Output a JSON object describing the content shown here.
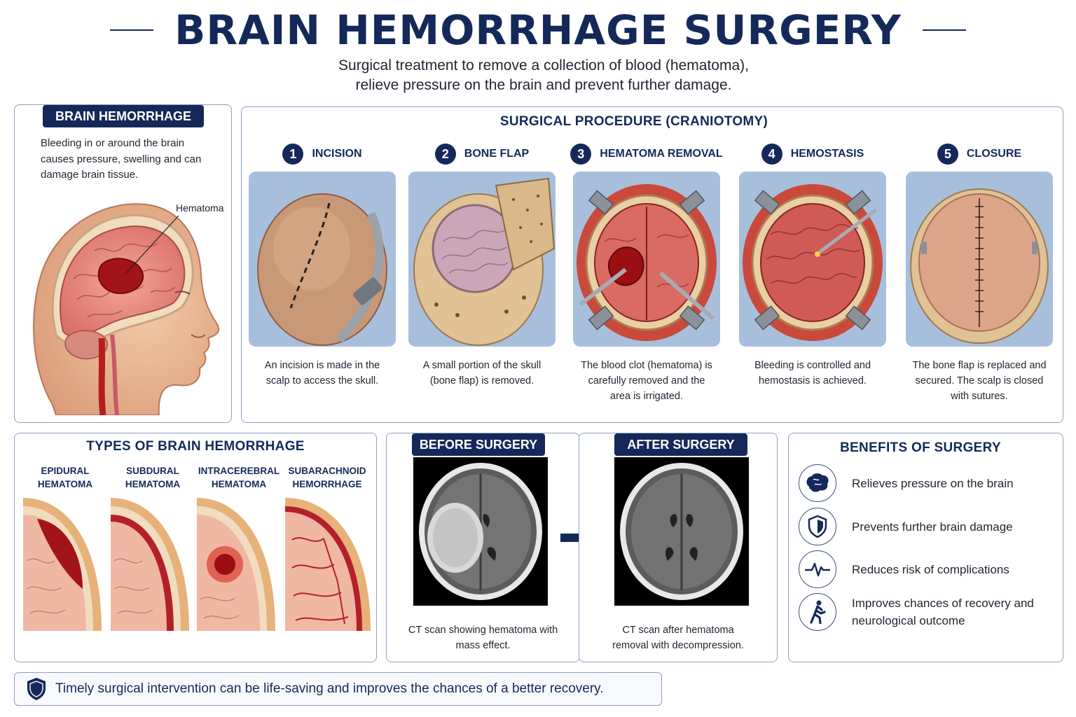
{
  "header": {
    "title": "BRAIN HEMORRHAGE SURGERY",
    "subtitle_line1": "Surgical treatment to remove a collection of blood (hematoma),",
    "subtitle_line2": "relieve pressure on the brain and prevent further damage."
  },
  "hemorrhage": {
    "tag": "BRAIN HEMORRHAGE",
    "description": "Bleeding in or around the brain causes pressure, swelling and can damage brain tissue.",
    "callout": "Hematoma"
  },
  "procedure": {
    "title": "SURGICAL PROCEDURE (CRANIOTOMY)",
    "steps": [
      {
        "num": "1",
        "title": "INCISION",
        "text": "An incision is made in the scalp to access the skull."
      },
      {
        "num": "2",
        "title": "BONE FLAP",
        "text": "A small portion of the skull (bone flap) is removed."
      },
      {
        "num": "3",
        "title": "HEMATOMA REMOVAL",
        "text": "The blood clot (hematoma) is carefully removed and the area is irrigated."
      },
      {
        "num": "4",
        "title": "HEMOSTASIS",
        "text": "Bleeding is controlled and hemostasis is achieved."
      },
      {
        "num": "5",
        "title": "CLOSURE",
        "text": "The bone flap is replaced and secured. The scalp is closed with sutures."
      }
    ]
  },
  "types": {
    "title": "TYPES OF BRAIN HEMORRHAGE",
    "items": [
      {
        "line1": "EPIDURAL",
        "line2": "HEMATOMA"
      },
      {
        "line1": "SUBDURAL",
        "line2": "HEMATOMA"
      },
      {
        "line1": "INTRACEREBRAL",
        "line2": "HEMATOMA"
      },
      {
        "line1": "SUBARACHNOID",
        "line2": "HEMORRHAGE"
      }
    ]
  },
  "ct": {
    "before_tag": "BEFORE SURGERY",
    "before_caption": "CT scan showing hematoma with mass effect.",
    "after_tag": "AFTER SURGERY",
    "after_caption": "CT scan after hematoma removal with decompression."
  },
  "benefits": {
    "title": "BENEFITS OF SURGERY",
    "items": [
      {
        "icon": "brain-icon",
        "text": "Relieves pressure on the brain"
      },
      {
        "icon": "shield-icon",
        "text": "Prevents further brain damage"
      },
      {
        "icon": "heartbeat-icon",
        "text": "Reduces risk of complications"
      },
      {
        "icon": "walking-person-icon",
        "text": "Improves chances of recovery and neurological outcome"
      }
    ]
  },
  "banner": {
    "text": "Timely surgical intervention can be life-saving and improves the chances of a better recovery."
  },
  "colors": {
    "navy": "#14295a",
    "border": "#8ea0c2",
    "blood": "#b01c1c",
    "brain": "#e8968a"
  }
}
